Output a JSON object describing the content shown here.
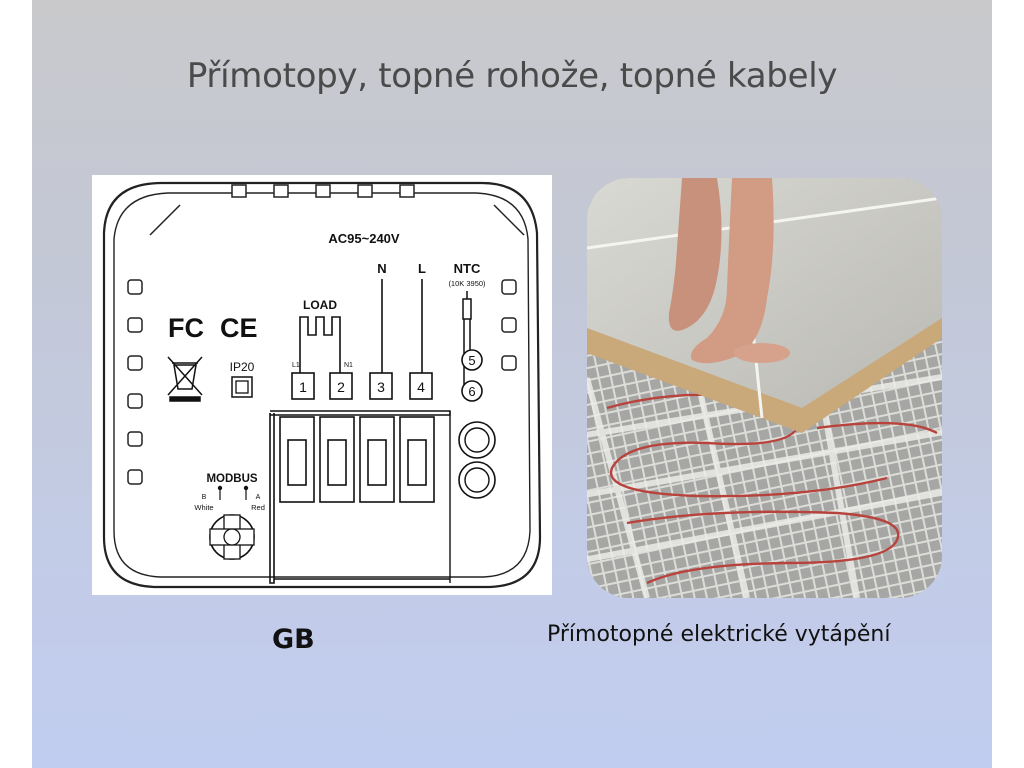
{
  "slide": {
    "title": "Přímotopy, topné rohože, topné kabely",
    "caption_left": "GB",
    "caption_right": "Přímotopné elektrické vytápění"
  },
  "diagram": {
    "voltage": "AC95~240V",
    "terminal_n": "N",
    "terminal_l": "L",
    "ntc_label": "NTC",
    "ntc_spec": "(10K  3950)",
    "load_label": "LOAD",
    "l1": "L1",
    "n1": "N1",
    "fcc": "FC",
    "ce": "CE",
    "ip_rating": "IP20",
    "modbus": "MODBUS",
    "b_label": "B",
    "white_label": "White",
    "a_label": "A",
    "red_label": "Red",
    "terminals": [
      "1",
      "2",
      "3",
      "4",
      "5",
      "6"
    ]
  },
  "photo": {
    "subject": "feet-on-tiles-heating-mat"
  },
  "colors": {
    "slide_top": "#c9c9cc",
    "slide_bottom": "#c1cdf0",
    "title": "#4a4a4a",
    "cable": "#b8423c"
  }
}
